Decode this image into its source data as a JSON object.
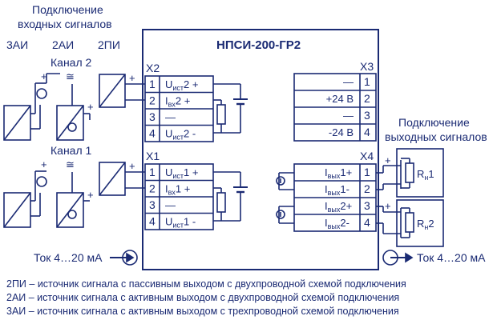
{
  "module_title": "НПСИ-200-ГР2",
  "input_heading": [
    "Подключение",
    "входных сигналов"
  ],
  "output_heading": [
    "Подключение",
    "выходных сигналов"
  ],
  "source_types": [
    "3АИ",
    "2АИ",
    "2ПИ"
  ],
  "channels": [
    "Канал 2",
    "Канал 1"
  ],
  "connectors": {
    "x2": "X2",
    "x3": "X3",
    "x1": "X1",
    "x4": "X4"
  },
  "x2_rows": [
    {
      "pin": "1",
      "label": "U",
      "sub": "ист",
      "rest": "2 +"
    },
    {
      "pin": "2",
      "label": "I",
      "sub": "вх",
      "rest": "2 +"
    },
    {
      "pin": "3",
      "label": "—",
      "sub": "",
      "rest": ""
    },
    {
      "pin": "4",
      "label": "U",
      "sub": "ист",
      "rest": "2 -"
    }
  ],
  "x1_rows": [
    {
      "pin": "1",
      "label": "U",
      "sub": "ист",
      "rest": "1 +"
    },
    {
      "pin": "2",
      "label": "I",
      "sub": "вх",
      "rest": "1 +"
    },
    {
      "pin": "3",
      "label": "—",
      "sub": "",
      "rest": ""
    },
    {
      "pin": "4",
      "label": "U",
      "sub": "ист",
      "rest": "1 -"
    }
  ],
  "x3_rows": [
    {
      "pin": "1",
      "label": "—"
    },
    {
      "pin": "2",
      "label": "+24 В"
    },
    {
      "pin": "3",
      "label": "—"
    },
    {
      "pin": "4",
      "label": "-24 В"
    }
  ],
  "x4_rows": [
    {
      "pin": "1",
      "label": "I",
      "sub": "вых",
      "rest": "1+"
    },
    {
      "pin": "2",
      "label": "I",
      "sub": "вых",
      "rest": "1-"
    },
    {
      "pin": "3",
      "label": "I",
      "sub": "вых",
      "rest": "2+"
    },
    {
      "pin": "4",
      "label": "I",
      "sub": "вых",
      "rest": "2-"
    }
  ],
  "loads": [
    {
      "label": "R",
      "sub": "н",
      "rest": "1"
    },
    {
      "label": "R",
      "sub": "н",
      "rest": "2"
    }
  ],
  "current_in": "Ток 4…20 мА",
  "current_out": "Ток 4…20 мА",
  "legend": [
    "2ПИ – источник сигнала с пассивным выходом с двухпроводной схемой подключения",
    "2АИ – источник сигнала с активным выходом с двухпроводной схемой подключения",
    "3АИ – источник сигнала с активным выходом с трехпроводной схемой подключения"
  ],
  "colors": {
    "ink": "#1a2a73",
    "background": "#ffffff"
  },
  "icons": [
    "sine-symbol-icon",
    "dc-ac-symbol-icon",
    "current-arrow-icon",
    "ground-symbol-icon",
    "battery-icon",
    "resistor-icon"
  ]
}
